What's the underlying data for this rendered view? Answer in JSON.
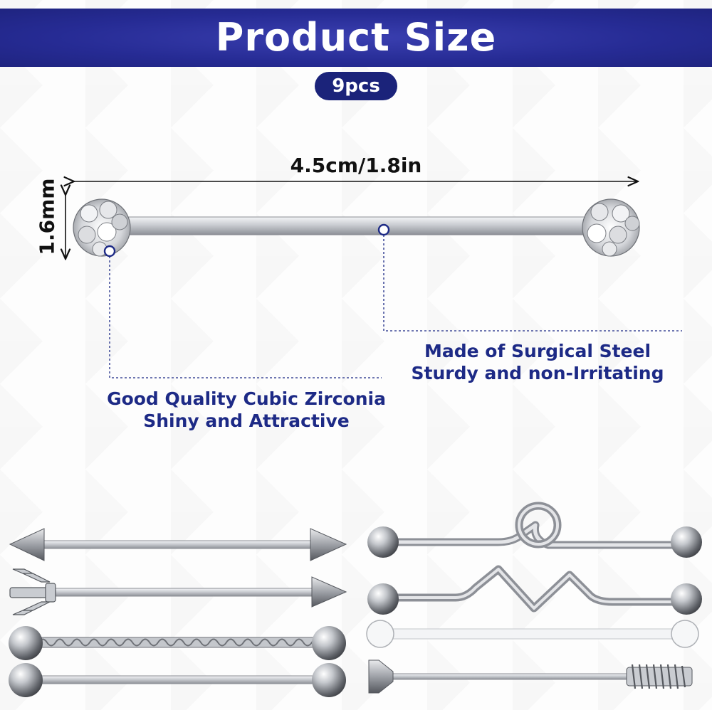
{
  "header": {
    "title": "Product Size",
    "badge": "9pcs"
  },
  "dimensions": {
    "length": "4.5cm/1.8in",
    "gauge": "1.6mm"
  },
  "callouts": {
    "left": {
      "line1": "Good Quality Cubic Zirconia",
      "line2": "Shiny and Attractive"
    },
    "right": {
      "line1": "Made of Surgical Steel",
      "line2": "Sturdy and non-Irritating"
    }
  },
  "colors": {
    "banner": "#262b94",
    "badge": "#1b237a",
    "caption": "#1d2a86",
    "steel": "#b9bcc2"
  },
  "icons": {
    "featured": "crystal-ball-barbell",
    "variants": [
      "spike-barbell",
      "arrow-barbell",
      "twisted-barbell",
      "ball-barbell",
      "loop-barbell",
      "wave-barbell",
      "clear-barbell",
      "screw-barbell"
    ]
  }
}
